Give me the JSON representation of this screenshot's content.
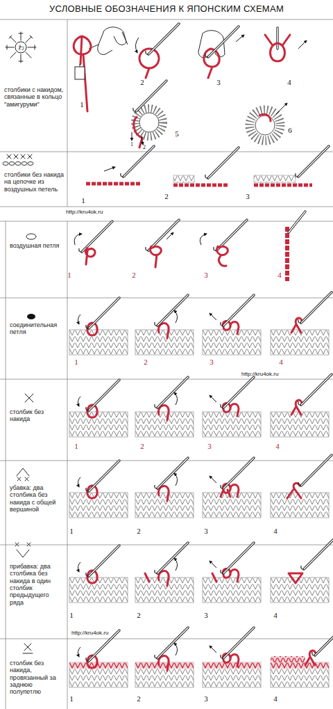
{
  "diagram": {
    "title": "УСЛОВНЫЕ ОБОЗНАЧЕНИЯ К ЯПОНСКИМ СХЕМАМ",
    "nodes": [
      {
        "text": [
          "столбики с накидом, связанные в кольцо \"амигуруми\""
        ]
      },
      {
        "text": [
          "столбики без накида на цепочке из воздушных петель"
        ]
      },
      {
        "text": [
          "воздушная петля"
        ]
      },
      {
        "text": [
          "соединительная петля"
        ]
      },
      {
        "text": [
          "столбик без накида"
        ]
      },
      {
        "text": [
          "убавка: два столбика без накида с общей вершиной"
        ]
      },
      {
        "text": [
          "прибавка: два столбика без накида в один столбик предыдущего ряда"
        ]
      },
      {
        "text": [
          "столбик без накида, провязанный за заднюю полупетлю"
        ]
      }
    ],
    "labels": [
      "わ",
      "1",
      "2",
      "3",
      "4",
      "5",
      "1",
      "2",
      "6",
      "1",
      "2",
      "3",
      "http://kru4ok.ru",
      "1",
      "2",
      "3",
      "4",
      "1",
      "2",
      "3",
      "4",
      "http://kru4ok.ru",
      "1",
      "2",
      "3",
      "4",
      "1",
      "2",
      "3",
      "4",
      "1",
      "2",
      "3",
      "4",
      "http://kru4ok.ru",
      "1",
      "2",
      "3",
      "4"
    ]
  }
}
